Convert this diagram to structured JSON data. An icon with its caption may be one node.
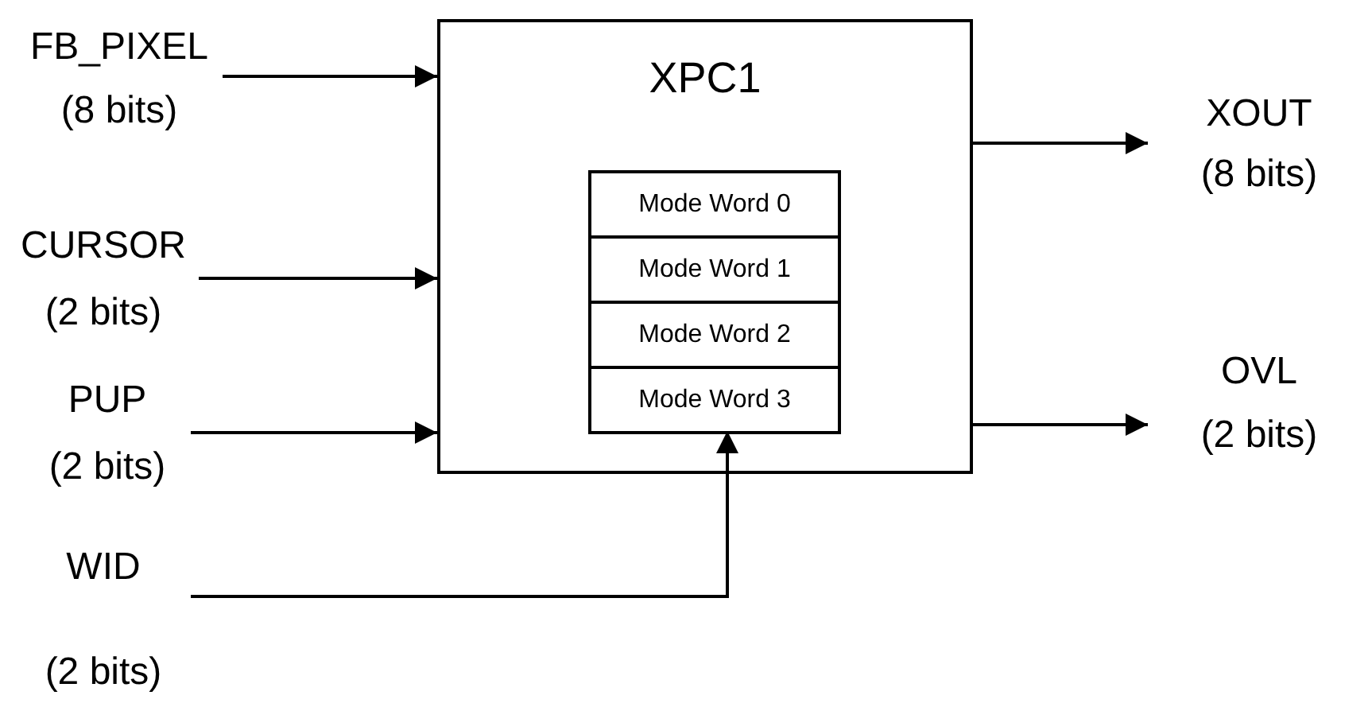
{
  "diagram": {
    "nodes": [
      {
        "text": [
          "FB_PIXEL",
          "(8 bits)"
        ]
      },
      {
        "text": [
          "CURSOR",
          "(2 bits)"
        ]
      },
      {
        "text": [
          "PUP",
          "(2 bits)"
        ]
      },
      {
        "text": [
          "WID",
          "(2 bits)"
        ]
      },
      {
        "text": [
          "XPC1"
        ]
      },
      {
        "text": [
          "Mode Word 0"
        ],
        "in": 4
      },
      {
        "text": [
          "Mode Word 1"
        ],
        "in": 4
      },
      {
        "text": [
          "Mode Word 2"
        ],
        "in": 4
      },
      {
        "text": [
          "Mode Word 3"
        ],
        "in": 4
      },
      {
        "text": [
          "XOUT",
          "(8 bits)"
        ]
      },
      {
        "text": [
          "OVL",
          "(2 bits)"
        ]
      }
    ],
    "edges": [
      {
        "from": 0,
        "to": 4,
        "arrow": "to"
      },
      {
        "from": 1,
        "to": 4,
        "arrow": "to"
      },
      {
        "from": 2,
        "to": 4,
        "arrow": "to"
      },
      {
        "from": 3,
        "to": 8,
        "arrow": "to"
      },
      {
        "from": 4,
        "to": 9,
        "arrow": "to"
      },
      {
        "from": 4,
        "to": 10,
        "arrow": "to"
      }
    ]
  }
}
